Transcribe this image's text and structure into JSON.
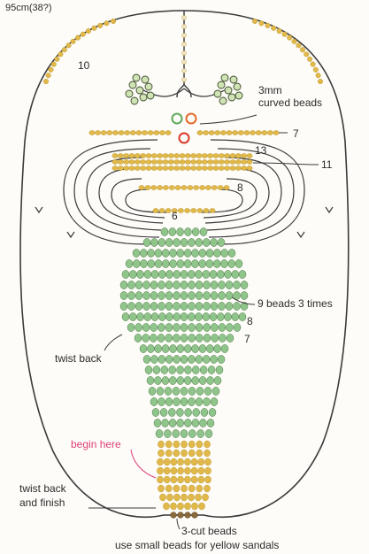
{
  "header_text": "95cm(38?)",
  "counts": {
    "top_outline": "10",
    "row_7": "7",
    "row_13": "13",
    "row_11": "11",
    "row_8": "8",
    "row_6": "6",
    "body_8": "8",
    "body_7": "7"
  },
  "labels": {
    "curved_beads": "3mm\ncurved beads",
    "repeat": "9 beads 3 times",
    "twist_back": "twist back",
    "begin_here": "begin here",
    "twist_finish": "twist back\nand finish",
    "three_cut": "3-cut beads",
    "small_beads": "use small beads for yellow sandals"
  },
  "colors": {
    "outline": "#3a3a3a",
    "gold_bead": "#e0b94a",
    "green_bead": "#8fc48a",
    "red_bead": "#d93a2b",
    "pink_text": "#e0407a"
  }
}
